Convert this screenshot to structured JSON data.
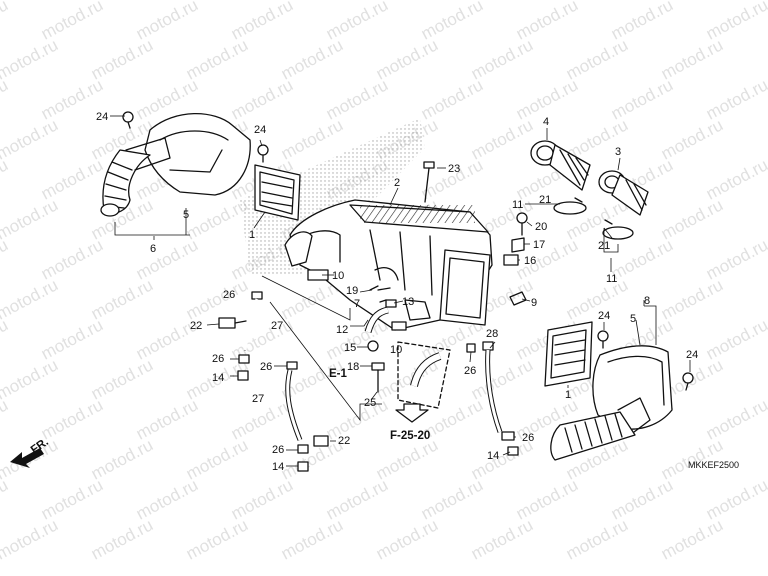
{
  "watermark": "motod.ru",
  "diagram_code": "MKKEF2500",
  "front_arrow_label": "FR.",
  "references": {
    "e1": "E-1",
    "f2520": "F-25-20"
  },
  "callouts": {
    "c24a": "24",
    "c24b": "24",
    "c24c": "24",
    "c24d": "24",
    "c1a": "1",
    "c1b": "1",
    "c2": "2",
    "c3": "3",
    "c4": "4",
    "c5a": "5",
    "c5b": "5",
    "c6": "6",
    "c7": "7",
    "c8": "8",
    "c9": "9",
    "c10a": "10",
    "c10b": "10",
    "c11a": "11",
    "c11b": "11",
    "c12": "12",
    "c13": "13",
    "c14a": "14",
    "c14b": "14",
    "c14c": "14",
    "c15": "15",
    "c16": "16",
    "c17": "17",
    "c18": "18",
    "c19": "19",
    "c20": "20",
    "c21a": "21",
    "c21b": "21",
    "c22a": "22",
    "c22b": "22",
    "c23": "23",
    "c25": "25",
    "c26a": "26",
    "c26b": "26",
    "c26c": "26",
    "c26d": "26",
    "c26e": "26",
    "c26f": "26",
    "c27a": "27",
    "c27b": "27",
    "c28": "28"
  }
}
